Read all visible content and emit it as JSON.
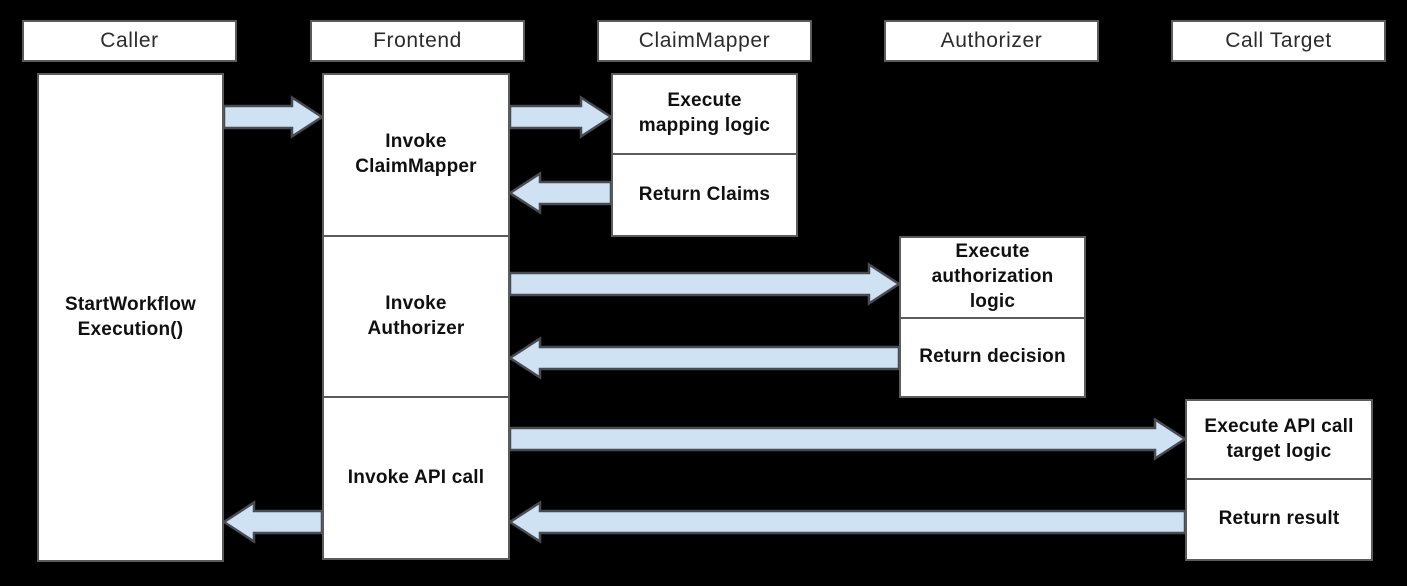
{
  "colors": {
    "background": "#000000",
    "box_fill": "#ffffff",
    "box_border": "#5b5b5b",
    "arrow_fill": "#cfe2f3",
    "arrow_stroke": "#474b52",
    "header_text": "#2b2b2b",
    "label_text": "#101010"
  },
  "lifelines": [
    {
      "id": "caller",
      "label": "Caller"
    },
    {
      "id": "frontend",
      "label": "Frontend"
    },
    {
      "id": "claimmapper",
      "label": "ClaimMapper"
    },
    {
      "id": "authorizer",
      "label": "Authorizer"
    },
    {
      "id": "calltarget",
      "label": "Call Target"
    }
  ],
  "boxes": [
    {
      "id": "start-workflow-execution",
      "lifeline": "caller",
      "label": "StartWorkflow\nExecution()"
    },
    {
      "id": "invoke-claimmapper",
      "lifeline": "frontend",
      "label": "Invoke\nClaimMapper"
    },
    {
      "id": "invoke-authorizer",
      "lifeline": "frontend",
      "label": "Invoke\nAuthorizer"
    },
    {
      "id": "invoke-api-call",
      "lifeline": "frontend",
      "label": "Invoke API call"
    },
    {
      "id": "execute-mapping-logic",
      "lifeline": "claimmapper",
      "label": "Execute\nmapping logic"
    },
    {
      "id": "return-claims",
      "lifeline": "claimmapper",
      "label": "Return Claims"
    },
    {
      "id": "execute-authorization-logic",
      "lifeline": "authorizer",
      "label": "Execute\nauthorization\nlogic"
    },
    {
      "id": "return-decision",
      "lifeline": "authorizer",
      "label": "Return decision"
    },
    {
      "id": "execute-api-call-target-logic",
      "lifeline": "calltarget",
      "label": "Execute API call\ntarget logic"
    },
    {
      "id": "return-result",
      "lifeline": "calltarget",
      "label": "Return result"
    }
  ],
  "arrows": [
    {
      "from": "caller",
      "to": "frontend",
      "direction": "right"
    },
    {
      "from": "frontend",
      "to": "claimmapper",
      "direction": "right"
    },
    {
      "from": "claimmapper",
      "to": "frontend",
      "direction": "left"
    },
    {
      "from": "frontend",
      "to": "authorizer",
      "direction": "right"
    },
    {
      "from": "authorizer",
      "to": "frontend",
      "direction": "left"
    },
    {
      "from": "frontend",
      "to": "calltarget",
      "direction": "right"
    },
    {
      "from": "calltarget",
      "to": "frontend",
      "direction": "left"
    },
    {
      "from": "frontend",
      "to": "caller",
      "direction": "left"
    }
  ]
}
